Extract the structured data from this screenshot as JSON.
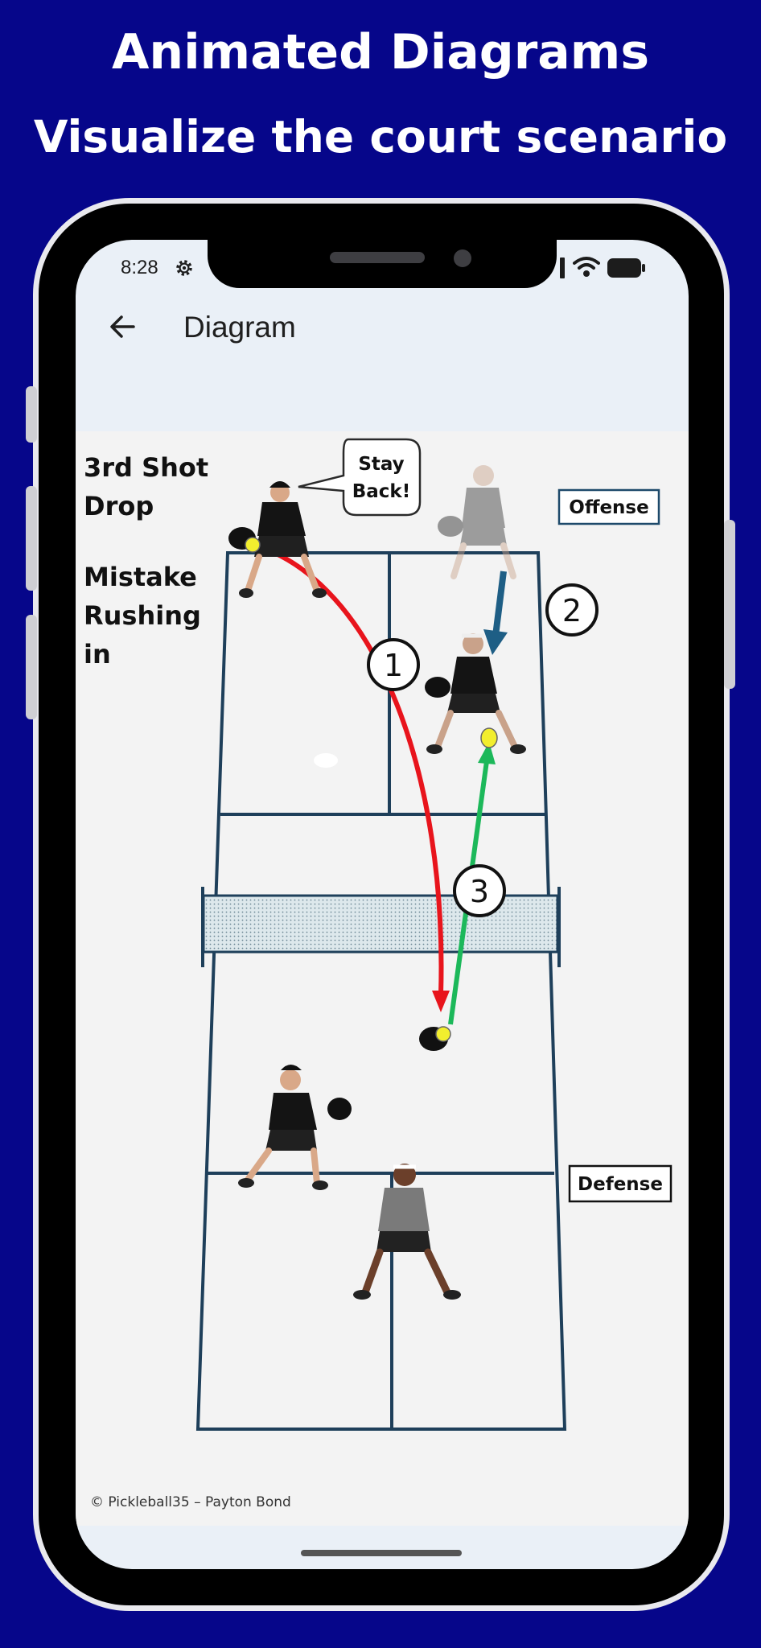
{
  "promo": {
    "title": "Animated Diagrams",
    "subtitle": "Visualize the court scenario"
  },
  "status_bar": {
    "time": "8:28"
  },
  "app_bar": {
    "title": "Diagram"
  },
  "diagram": {
    "heading_line1": "3rd Shot",
    "heading_line2": "Drop",
    "subheading_line1": "Mistake",
    "subheading_line2": "Rushing",
    "subheading_line3": "in",
    "speech_line1": "Stay",
    "speech_line2": "Back!",
    "offense_label": "Offense",
    "defense_label": "Defense",
    "step1": "1",
    "step2": "2",
    "step3": "3",
    "credit": "© Pickleball35 – Payton Bond"
  },
  "colors": {
    "background": "#06068a",
    "court_line": "#1e3f5a",
    "shot_red": "#e8141c",
    "shot_green": "#1cb85a",
    "move_blue": "#1e5e85",
    "ball": "#f2ee2e"
  }
}
